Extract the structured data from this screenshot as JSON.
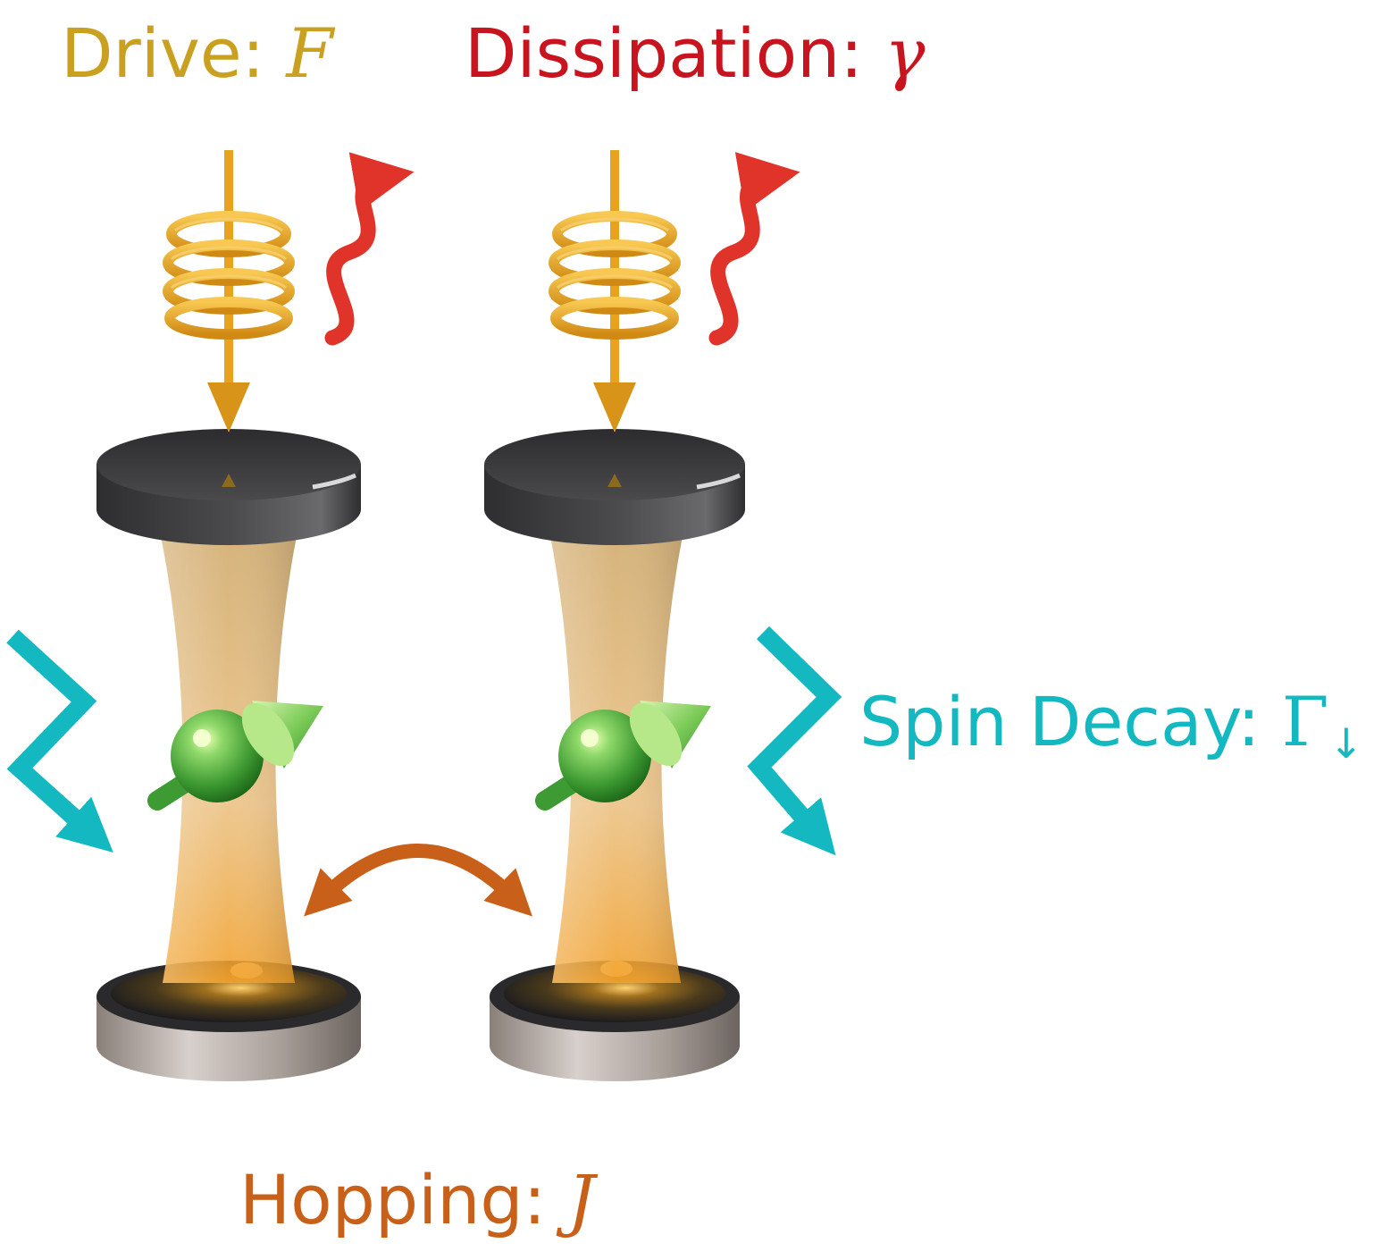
{
  "labels": {
    "drive": {
      "text": "Drive: ",
      "symbol": "F",
      "color": "#C9A020"
    },
    "dissipation": {
      "text": "Dissipation: ",
      "symbol": "γ",
      "color": "#C8141E"
    },
    "spin_decay": {
      "text": "Spin Decay: ",
      "symbol": "Γ",
      "subscript": "↓",
      "color": "#14B8C0"
    },
    "hopping": {
      "text": "Hopping: ",
      "symbol": "J",
      "color": "#C8601A"
    }
  },
  "colors": {
    "drive_arrow": "#E8A21E",
    "dissipation_arrow": "#E0332A",
    "mirror_dark": "#3A3A3C",
    "mirror_base": "#9E9590",
    "cavity_light": "#E8A840",
    "spin": "#46B43C",
    "spin_decay_arrow": "#14B8C0",
    "hopping_arrow": "#C8601A"
  },
  "cavities": [
    {
      "name": "left-cavity"
    },
    {
      "name": "right-cavity"
    }
  ]
}
